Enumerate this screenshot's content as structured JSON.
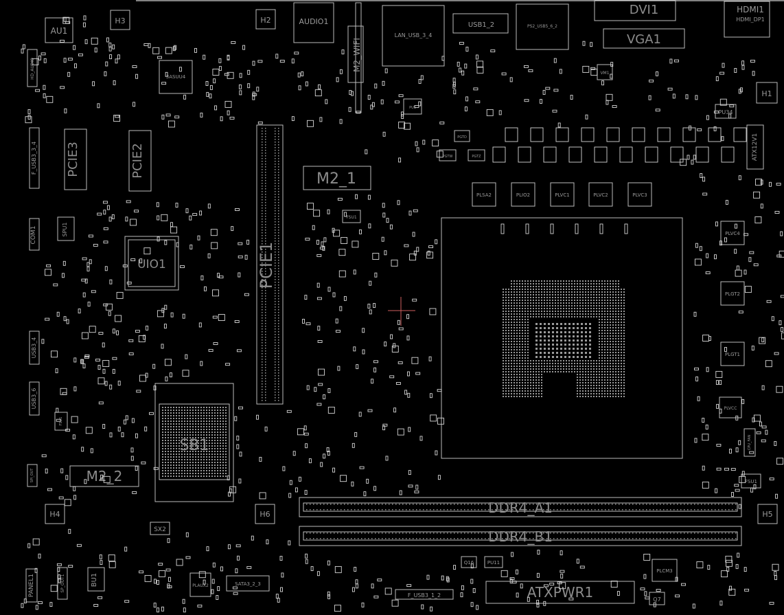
{
  "board": {
    "background": "#000000",
    "line_color": "#d8d8d8",
    "label_color": "#9a9a9a",
    "cursor_color": "#d06060"
  },
  "labels": {
    "au1": "AU1",
    "h3": "H3",
    "h2": "H2",
    "audio1": "AUDIO1",
    "lan_usb": "LAN_USB_3_4",
    "usb1_2": "USB1_2",
    "ps2_usb": "PS2_USB5_6_2",
    "dvi1": "DVI1",
    "hdmi1": "HDMI1",
    "hdmi_sub": "HDMI_DP1",
    "vga1": "VGA1",
    "h1": "H1",
    "m2_wifi": "M2_WIFI",
    "asm": "3ASUU4",
    "hd_audio": "HD_AUDIO",
    "f_usb34": "F_USB3_3_4",
    "pcie3": "PCIE3",
    "pcie2": "PCIE2",
    "pcie1": "PCIE1",
    "m2_1": "M2_1",
    "spu1": "SPU1",
    "com1": "COM1",
    "uio1": "UIO1",
    "usb34": "USB3_4",
    "usb56": "USB3_6",
    "sb1": "SB1",
    "m2_2": "M2_2",
    "spi_out": "SPI_OUT",
    "h4": "H4",
    "h6": "H6",
    "sx2": "SX2",
    "bu1": "BU1",
    "panel1": "PANEL1",
    "sp": "SP_OUT1",
    "plaux2": "PLAUX2",
    "sata": "SATA3_2_3",
    "ddr4_a1": "DDR4_A1",
    "ddr4_b1": "DDR4_B1",
    "atxpwr1": "ATXPWR1",
    "f_usb12": "F_USB3_1_2",
    "atx12v1": "ATX12V1",
    "h5": "H5",
    "pu34": "PU34",
    "plsa2": "PLSA2",
    "plio2": "PLIO2",
    "plvc1": "PLVC1",
    "plvc2": "PLVC2",
    "plvc3": "PLVC3",
    "plvc4": "PLVC4",
    "plgt2": "PLGT2",
    "plgt1": "PLGT1",
    "plvcc": "PLVCC",
    "plcm3": "PLCM3",
    "pu11": "PU11",
    "q16": "Q16",
    "q7": "Q7",
    "fsu1_a": "FSU1",
    "fsu1_b": "FSU1",
    "fsu1_c": "FSU1",
    "vm1": "VM1",
    "pu1": "PU1",
    "pgtd": "PGTD",
    "pgtw": "PGTW",
    "pgtz": "PGTZ",
    "cpu_fan": "CPU_FAN"
  }
}
